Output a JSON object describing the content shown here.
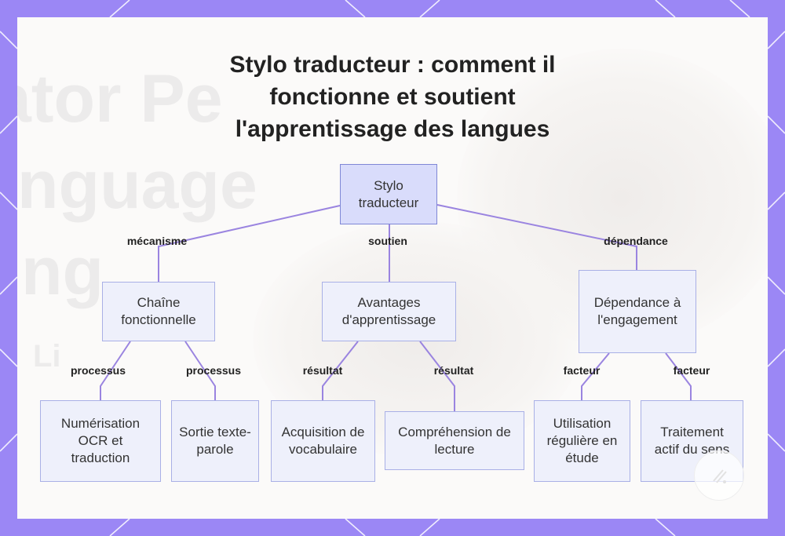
{
  "title": "Stylo traducteur : comment il fonctionne et soutient l'apprentissage des langues",
  "colors": {
    "frame": "#9b87f5",
    "panel": "#fbfaf9",
    "connector": "#9a84e0",
    "root_fill": "#d9dcfb",
    "root_border": "#7f87d6",
    "node_fill": "#eef0fb",
    "node_border": "#a9b0e6"
  },
  "nodes": {
    "root": "Stylo traducteur",
    "chain": "Chaîne fonctionnelle",
    "benefits": "Avantages d'apprentissage",
    "dependency": "Dépendance à l'engagement",
    "ocr": "Numérisation OCR et traduction",
    "tts": "Sortie texte-parole",
    "vocab": "Acquisition de vocabulaire",
    "reading": "Compréhension de lecture",
    "usage": "Utilisation régulière en étude",
    "processing": "Traitement actif du sens"
  },
  "edge_labels": {
    "root_chain": "mécanisme",
    "root_benefits": "soutien",
    "root_dependency": "dépendance",
    "chain_ocr": "processus",
    "chain_tts": "processus",
    "benefits_vocab": "résultat",
    "benefits_reading": "résultat",
    "dependency_usage": "facteur",
    "dependency_processing": "facteur"
  }
}
